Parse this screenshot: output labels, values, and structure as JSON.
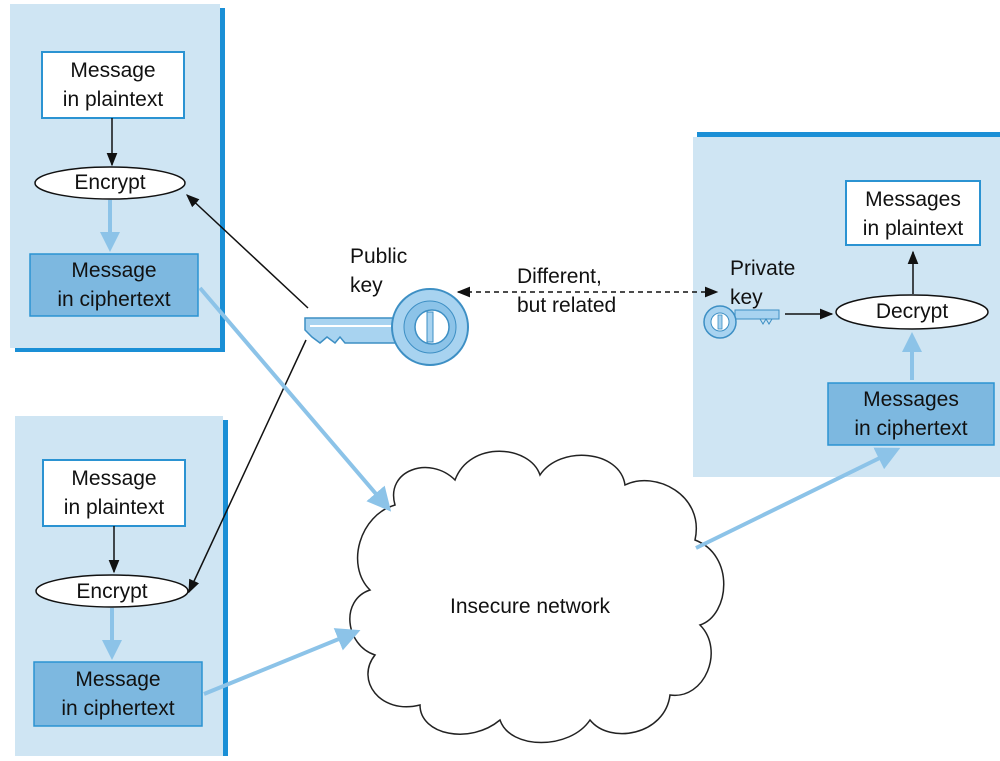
{
  "sender_top": {
    "plaintext": "Message\nin plaintext",
    "encrypt": "Encrypt",
    "ciphertext": "Message\nin ciphertext"
  },
  "sender_bottom": {
    "plaintext": "Message\nin plaintext",
    "encrypt": "Encrypt",
    "ciphertext": "Message\nin ciphertext"
  },
  "receiver": {
    "plaintext": "Messages\nin plaintext",
    "decrypt": "Decrypt",
    "ciphertext": "Messages\nin ciphertext",
    "private_key_label": "Private\nkey"
  },
  "public_key_label": "Public\nkey",
  "relation_label": "Different,\nbut related",
  "network_label": "Insecure network",
  "colors": {
    "panel_fill": "#cfe5f3",
    "panel_shadow": "#1a8fd6",
    "cipher_fill": "#7db8e0",
    "flow_arrow": "#8cc3e8",
    "key_fill": "#a8d3f0"
  }
}
